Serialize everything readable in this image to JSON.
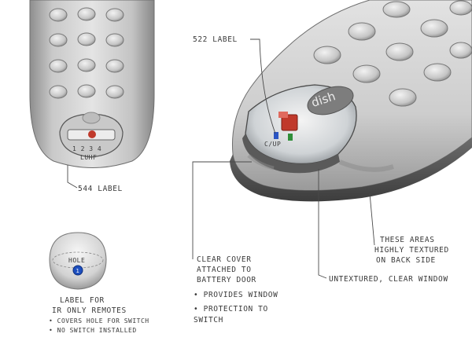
{
  "labels": {
    "label_544": "544 LABEL",
    "label_522": "522 LABEL",
    "dome_hole": "HOLE",
    "dome_badge": "1",
    "slider_numbers": "1  2  3  4",
    "slider_text": "LUHF",
    "dish_logo": "dish",
    "clip_text": "C/UP"
  },
  "notes": {
    "label_for": [
      "LABEL FOR",
      "IR ONLY REMOTES"
    ],
    "label_for_bullets": [
      "• COVERS HOLE FOR SWITCH",
      "• NO SWITCH INSTALLED"
    ],
    "clear_cover": [
      "CLEAR COVER",
      "ATTACHED TO",
      "BATTERY DOOR"
    ],
    "clear_cover_bullets": [
      "• PROVIDES WINDOW",
      "  • PROTECTION TO",
      "    SWITCH"
    ],
    "textured": [
      "THESE AREAS",
      "HIGHLY TEXTURED",
      "ON BACK SIDE"
    ],
    "untextured": "UNTEXTURED, CLEAR WINDOW"
  },
  "colors": {
    "body_light": "#d9d9d9",
    "body_dark": "#8c8c8c",
    "button": "#cfcfcf",
    "badge_blue": "#1d4fbf",
    "slider_red": "#c0392b",
    "ink": "#3a3a3a"
  }
}
